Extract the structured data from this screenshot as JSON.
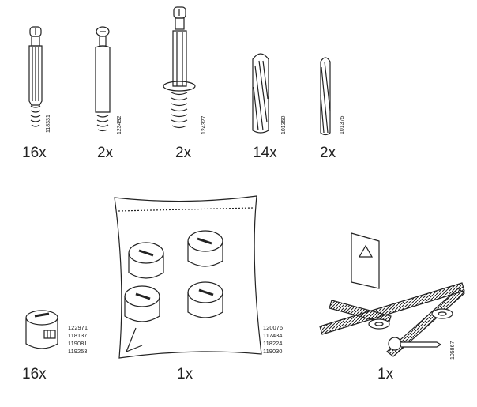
{
  "top_row": [
    {
      "name": "cam-bolt",
      "quantity": "16x",
      "part_number": "118331"
    },
    {
      "name": "long-cam-bolt",
      "quantity": "2x",
      "part_number": "123492"
    },
    {
      "name": "wall-bolt",
      "quantity": "2x",
      "part_number": "124327"
    },
    {
      "name": "wooden-dowel",
      "quantity": "14x",
      "part_number": "101350"
    },
    {
      "name": "thin-dowel",
      "quantity": "2x",
      "part_number": "101375"
    }
  ],
  "bottom_row": [
    {
      "name": "cam-lock",
      "quantity": "16x",
      "part_numbers": [
        "122971",
        "118137",
        "119081",
        "119253"
      ]
    },
    {
      "name": "spare-cam-lock-bag",
      "quantity": "1x",
      "part_numbers": [
        "120076",
        "117434",
        "118224",
        "119030"
      ]
    },
    {
      "name": "wall-safety-kit",
      "quantity": "1x",
      "part_number": "105867"
    }
  ]
}
